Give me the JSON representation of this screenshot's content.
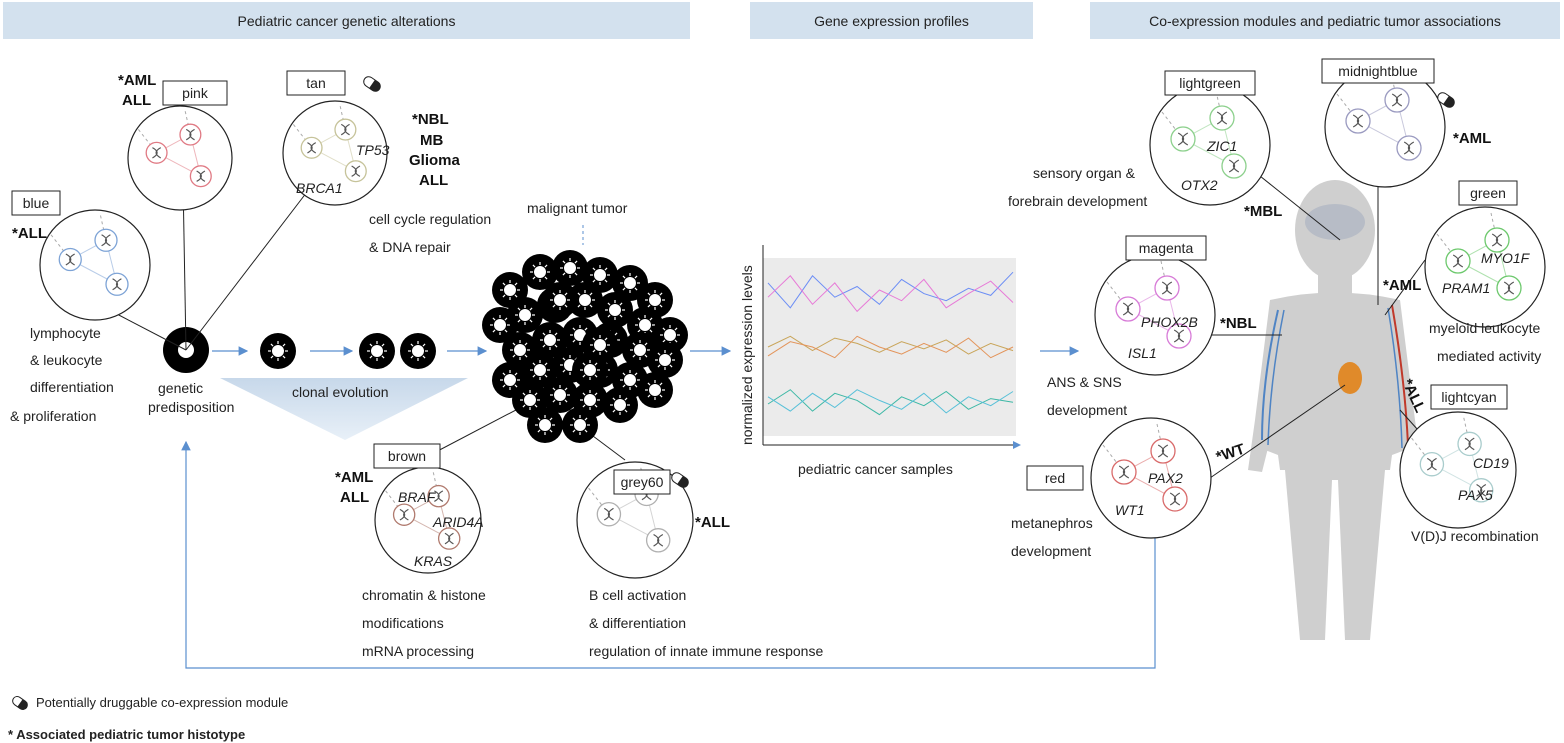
{
  "headers": {
    "left": "Pediatric cancer genetic alterations",
    "mid": "Gene expression profiles",
    "right": "Co-expression modules and pediatric tumor associations"
  },
  "modules": {
    "blue": {
      "name": "blue",
      "tumors": [
        "*ALL"
      ],
      "genes": [],
      "desc": [
        "lymphocyte",
        "& leukocyte",
        "differentiation",
        "& proliferation"
      ]
    },
    "pink": {
      "name": "pink",
      "tumors": [
        "*AML",
        "ALL"
      ],
      "genes": []
    },
    "tan": {
      "name": "tan",
      "tumors": [
        "*NBL",
        "MB",
        "Glioma",
        "ALL"
      ],
      "genes": [
        "TP53",
        "BRCA1"
      ],
      "desc": [
        "cell cycle regulation",
        "& DNA repair"
      ]
    },
    "brown": {
      "name": "brown",
      "tumors": [
        "*AML",
        "ALL"
      ],
      "genes": [
        "BRAF",
        "ARID4A",
        "KRAS"
      ],
      "desc": [
        "chromatin & histone",
        "modifications",
        "mRNA processing"
      ]
    },
    "grey60": {
      "name": "grey60",
      "tumors": [
        "*ALL"
      ],
      "genes": [],
      "desc": [
        "B cell activation",
        "& differentiation",
        "regulation of innate immune response"
      ]
    },
    "lightgreen": {
      "name": "lightgreen",
      "tumors": [
        "*MBL"
      ],
      "genes": [
        "ZIC1",
        "OTX2"
      ],
      "desc": [
        "sensory organ &",
        "forebrain development"
      ]
    },
    "midnightblue": {
      "name": "midnightblue",
      "tumors": [
        "*AML"
      ],
      "genes": []
    },
    "green": {
      "name": "green",
      "tumors": [
        "*AML"
      ],
      "genes": [
        "MYO1F",
        "PRAM1"
      ],
      "desc": [
        "myeloid leukocyte",
        "mediated activity"
      ]
    },
    "magenta": {
      "name": "magenta",
      "tumors": [
        "*NBL"
      ],
      "genes": [
        "PHOX2B",
        "ISL1"
      ],
      "desc": [
        "ANS & SNS",
        "development"
      ]
    },
    "lightcyan": {
      "name": "lightcyan",
      "tumors": [
        "*ALL"
      ],
      "genes": [
        "CD19",
        "PAX5"
      ],
      "desc": [
        "V(D)J recombination"
      ]
    },
    "red": {
      "name": "red",
      "tumors": [
        "*WT"
      ],
      "genes": [
        "PAX2",
        "WT1"
      ],
      "desc": [
        "metanephros",
        "development"
      ]
    }
  },
  "labels": {
    "genetic": [
      "genetic",
      "predisposition"
    ],
    "clonal": "clonal evolution",
    "malignant": "malignant tumor",
    "ylabel": "normalized expression levels",
    "xlabel": "pediatric cancer samples"
  },
  "legend": {
    "drug": "Potentially druggable co-expression module",
    "assoc": "* Associated pediatric tumor histotype"
  },
  "colors": {
    "header": "#d3e1ee",
    "arrow": "#5b8fcf",
    "blue": "#7da3d6",
    "pink": "#e07a84",
    "tan": "#c6c39a",
    "brown": "#b07a6e",
    "grey60": "#b0b0b0",
    "lightgreen": "#8cd08c",
    "midnightblue": "#9a9ac0",
    "green": "#6cc86c",
    "magenta": "#d77ad7",
    "lightcyan": "#a9cccc",
    "red": "#d96a6a"
  },
  "chart_data": {
    "type": "line",
    "ylabel": "normalized expression levels",
    "xlabel": "pediatric cancer samples",
    "series": [
      {
        "color": "#6c8ef5",
        "values": [
          0.86,
          0.72,
          0.9,
          0.78,
          0.84,
          0.74,
          0.88,
          0.8,
          0.76,
          0.83,
          0.79,
          0.92
        ]
      },
      {
        "color": "#e77ad7",
        "values": [
          0.78,
          0.9,
          0.74,
          0.86,
          0.7,
          0.82,
          0.76,
          0.88,
          0.72,
          0.8,
          0.87,
          0.75
        ]
      },
      {
        "color": "#c9a55a",
        "values": [
          0.5,
          0.56,
          0.48,
          0.55,
          0.52,
          0.47,
          0.53,
          0.49,
          0.54,
          0.46,
          0.52,
          0.48
        ]
      },
      {
        "color": "#e3945a",
        "values": [
          0.45,
          0.53,
          0.5,
          0.44,
          0.56,
          0.5,
          0.46,
          0.52,
          0.47,
          0.55,
          0.44,
          0.5
        ]
      },
      {
        "color": "#3db8a6",
        "values": [
          0.18,
          0.26,
          0.14,
          0.24,
          0.2,
          0.12,
          0.22,
          0.17,
          0.25,
          0.15,
          0.21,
          0.19
        ]
      },
      {
        "color": "#58c0d8",
        "values": [
          0.22,
          0.14,
          0.24,
          0.16,
          0.26,
          0.2,
          0.15,
          0.24,
          0.13,
          0.22,
          0.17,
          0.25
        ]
      }
    ]
  }
}
